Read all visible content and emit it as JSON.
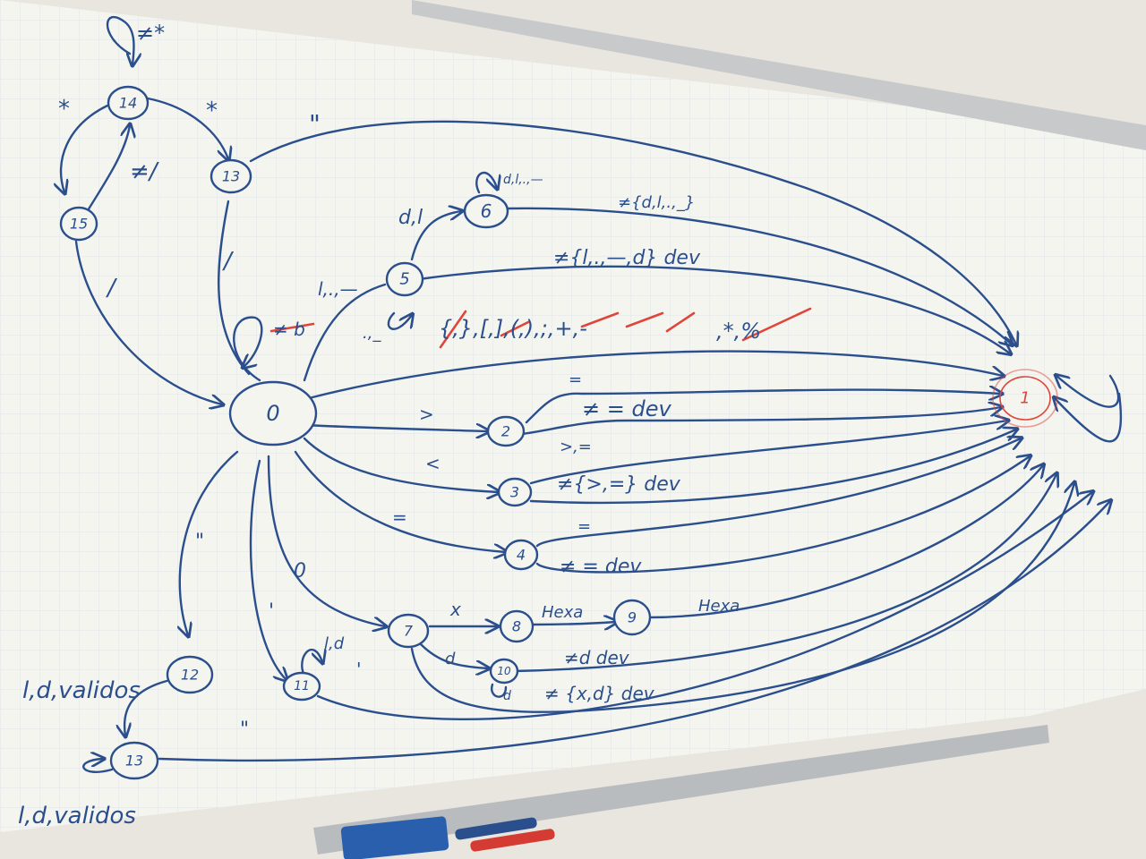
{
  "colors": {
    "wall": "#e9e6df",
    "board": "#f5f5f0",
    "grid": "#dfe3e6",
    "frame": "#b9bcbf",
    "marker_blue": "#2b4f8c",
    "marker_red": "#e0453a"
  },
  "states": {
    "s0": "0",
    "s1": "1",
    "s2": "2",
    "s3": "3",
    "s4": "4",
    "s5": "5",
    "s6": "6",
    "s7": "7",
    "s8": "8",
    "s9": "9",
    "s10": "10",
    "s11": "11",
    "s12": "12",
    "s13a": "13",
    "s13b": "13",
    "s14": "14",
    "s15": "15"
  },
  "labels": {
    "self14": "≠*",
    "t14_15": "*",
    "t14_13": "*",
    "t15_14": "≠/",
    "t13_0": "/",
    "t15_0": "/",
    "t13_1": "\"",
    "self0": "≠ b",
    "t0_5": "l,.,—",
    "self5": ".,_",
    "t5_6": "d,l",
    "self6": "d,l,.,—",
    "t6_1": "≠{d,l,.,_}",
    "t5_1": "≠{l,.,—,d} dev",
    "crossed_symbols": "{,},[,],(,),;,+,-",
    "symbols": ",*,%",
    "t0_2": ">",
    "t2_eq": "=",
    "t2_dev": "≠ = dev",
    "t0_3": "<",
    "t3_eq": ">,=",
    "t3_dev": "≠{>,=} dev",
    "t0_4": "=",
    "t4_eq": "=",
    "t4_dev": "≠ = dev",
    "t0_7": "0",
    "t0_11": "'",
    "t0_12": "\"",
    "t7_8": "x",
    "t8_9": "Hexa",
    "t9_1": "Hexa",
    "t7_10": "d",
    "self10": "d",
    "t10_dev": "≠d dev",
    "t7_dev": "≠ {x,d} dev",
    "self11": "l,d",
    "t11_1": "'",
    "t12_13": "l,d,validos",
    "self13": "l,d,validos"
  }
}
